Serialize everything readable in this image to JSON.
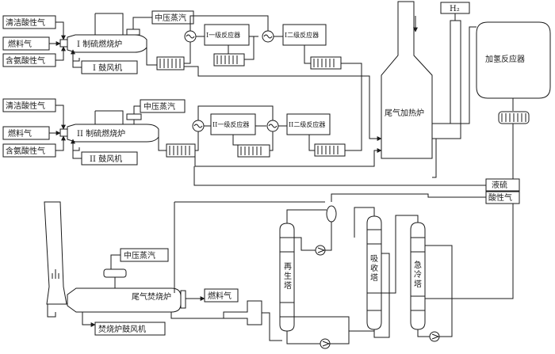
{
  "labels": {
    "clean_acid_gas_1": "清洁酸性气",
    "fuel_gas_1": "燃料气",
    "ammonia_acid_gas_1": "含氨酸性气",
    "furnace_1": "I 制硫燃烧炉",
    "blower_1": "I 鼓风机",
    "steam_mp_1": "中压蒸汽",
    "reactor_1a": "I一级反应器",
    "reactor_1b": "I二级反应器",
    "clean_acid_gas_2": "清洁酸性气",
    "fuel_gas_2": "燃料气",
    "ammonia_acid_gas_2": "含氨酸性气",
    "furnace_2": "II 制硫燃烧炉",
    "blower_2": "II 鼓风机",
    "steam_mp_2": "中压蒸汽",
    "reactor_2a": "II一级反应器",
    "reactor_2b": "II二级反应器",
    "tail_gas_heater": "尾气加热炉",
    "h2": "H₂",
    "hydro_reactor": "加氢反应器",
    "liquid_sulfur": "液硫",
    "acid_gas": "酸性气",
    "steam_mp_3": "中压蒸汽",
    "incinerator": "尾气焚烧炉",
    "fuel_gas_3": "燃料气",
    "incinerator_blower": "焚烧炉鼓风机",
    "regen_tower": [
      "再",
      "生",
      "塔"
    ],
    "absorb_tower": [
      "吸",
      "收",
      "塔"
    ],
    "quench_tower": [
      "急",
      "冷",
      "塔"
    ]
  }
}
